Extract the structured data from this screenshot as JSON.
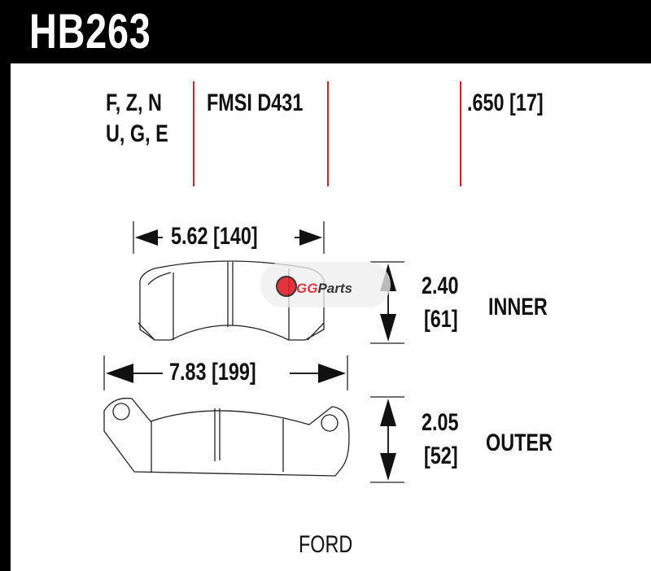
{
  "part_number": "HB263",
  "compounds": {
    "line1": "F, Z, N",
    "line2": "U, G, E"
  },
  "fmsi": "FMSI D431",
  "thickness": ".650 [17]",
  "inner": {
    "width": "5.62 [140]",
    "height_in": "2.40",
    "height_mm": "[61]",
    "label": "INNER"
  },
  "outer": {
    "width": "7.83 [199]",
    "height_in": "2.05",
    "height_mm": "[52]",
    "label": "OUTER"
  },
  "make": "FORD",
  "watermark": "GGParts",
  "colors": {
    "accent_line": "#d11a2a",
    "header": "#000000"
  }
}
